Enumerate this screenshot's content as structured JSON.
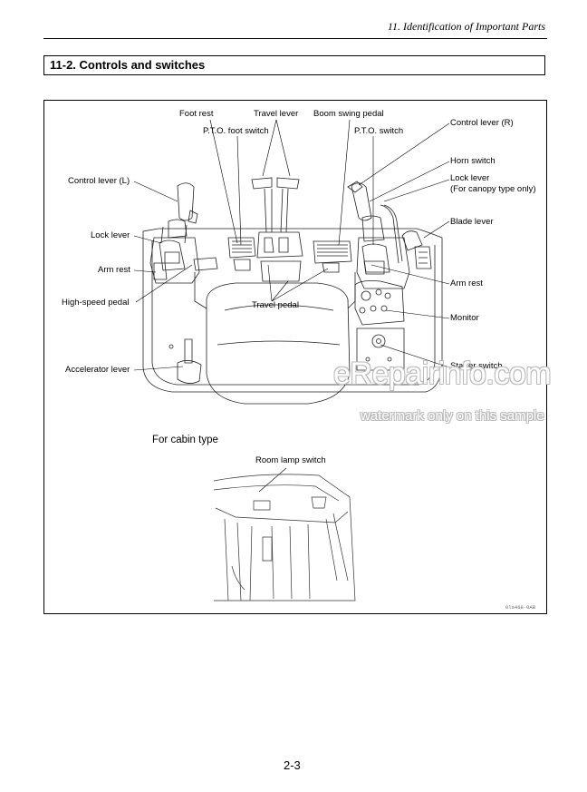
{
  "header": {
    "title": "11. Identification of Important Parts"
  },
  "section": {
    "title": "11-2. Controls and switches"
  },
  "labels": {
    "foot_rest": "Foot rest",
    "travel_lever": "Travel lever",
    "boom_swing_pedal": "Boom swing pedal",
    "pto_foot_switch": "P.T.O. foot switch",
    "pto_switch": "P.T.O. switch",
    "control_lever_r": "Control lever (R)",
    "horn_switch": "Horn switch",
    "lock_lever_r": "Lock lever",
    "lock_lever_r_note": "(For canopy type only)",
    "blade_lever": "Blade lever",
    "control_lever_l": "Control lever (L)",
    "lock_lever_l": "Lock lever",
    "arm_rest_l": "Arm rest",
    "arm_rest_r": "Arm rest",
    "high_speed_pedal": "High-speed pedal",
    "travel_pedal": "Travel pedal",
    "monitor": "Monitor",
    "starter_switch": "Starter switch",
    "accelerator_lever": "Accelerator lever",
    "cabin_type": "For cabin type",
    "room_lamp_switch": "Room lamp switch"
  },
  "figure_code": "0ls468-0AB",
  "watermark": {
    "line1": "eRepairinfo.com",
    "line2": "watermark only on this sample"
  },
  "footer": {
    "page_number": "2-3"
  }
}
